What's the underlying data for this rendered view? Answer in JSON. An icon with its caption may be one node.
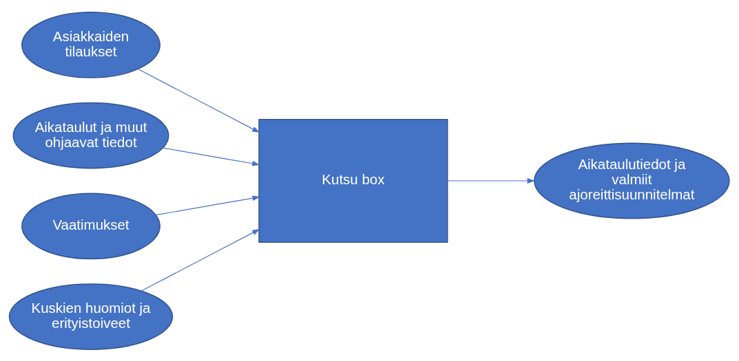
{
  "diagram": {
    "nodes": [
      {
        "text": [
          "Asiakkaiden tilaukset"
        ]
      },
      {
        "text": [
          "Aikataulut ja muut ohjaavat tiedot"
        ]
      },
      {
        "text": [
          "Vaatimukset"
        ]
      },
      {
        "text": [
          "Kuskien huomiot ja erityistoiveet"
        ]
      },
      {
        "text": [
          "Kutsu box"
        ]
      },
      {
        "text": [
          "Aikataulutiedot ja valmiit ajoreittisuunnitelmat"
        ]
      }
    ],
    "edges": [
      {
        "from": 0,
        "to": 4,
        "arrow": "to"
      },
      {
        "from": 1,
        "to": 4,
        "arrow": "to"
      },
      {
        "from": 2,
        "to": 4,
        "arrow": "to"
      },
      {
        "from": 3,
        "to": 4,
        "arrow": "to"
      },
      {
        "from": 4,
        "to": 5,
        "arrow": "to"
      }
    ]
  }
}
